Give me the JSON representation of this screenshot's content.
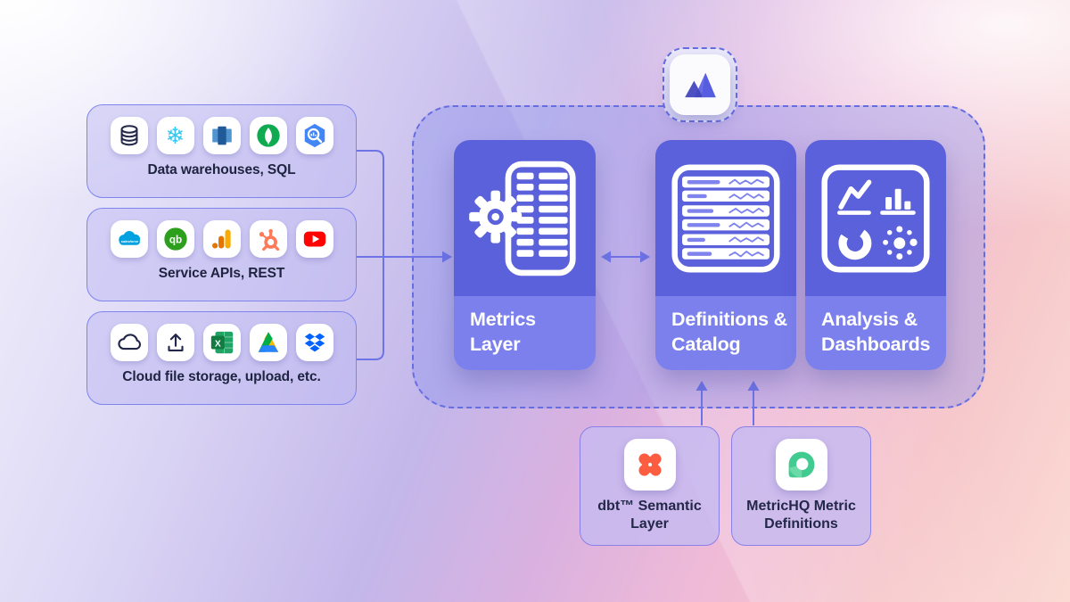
{
  "palette": {
    "card_purple": "#5b60db",
    "card_label_purple": "#7c80ec",
    "container_dash_border": "#666de0",
    "source_box_border": "#7e84ee",
    "arrow": "#6e74e6",
    "dark_text": "#1e2340",
    "dbt_orange": "#fc5d41",
    "metrichq_green": "#41cb90",
    "snowflake_blue": "#36c5f0",
    "youtube_red": "#ff0302"
  },
  "sources": [
    {
      "label": "Data warehouses, SQL",
      "icons": [
        "database-icon",
        "snowflake-icon",
        "redshift-icon",
        "mongodb-icon",
        "bigquery-icon"
      ]
    },
    {
      "label": "Service APIs, REST",
      "icons": [
        "salesforce-icon",
        "quickbooks-icon",
        "google-analytics-icon",
        "hubspot-icon",
        "youtube-icon"
      ]
    },
    {
      "label": "Cloud file storage, upload, etc.",
      "icons": [
        "cloud-icon",
        "upload-icon",
        "excel-icon",
        "google-drive-icon",
        "dropbox-icon"
      ]
    }
  ],
  "platform": {
    "logo_icon": "mountains-logo-icon",
    "cards": [
      {
        "icon": "gear-metrics-document-icon",
        "label": "Metrics Layer"
      },
      {
        "icon": "metric-catalog-list-icon",
        "label": "Definitions & Catalog"
      },
      {
        "icon": "charts-dashboard-icon",
        "label": "Analysis & Dashboards"
      }
    ]
  },
  "integrations": [
    {
      "icon": "dbt-logo-icon",
      "label": "dbt™ Semantic Layer"
    },
    {
      "icon": "metrichq-logo-icon",
      "label": "MetricHQ Metric Definitions"
    }
  ]
}
